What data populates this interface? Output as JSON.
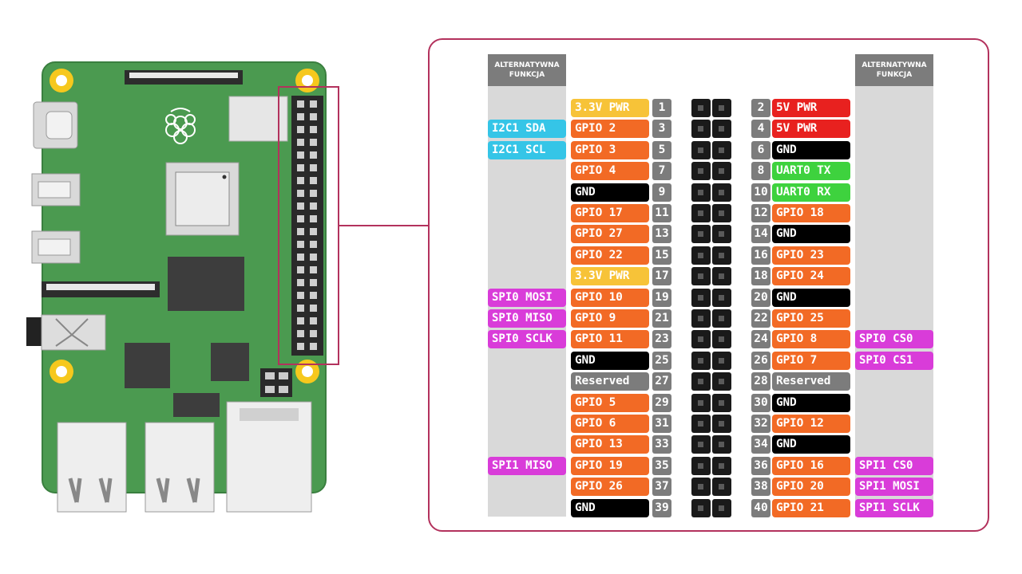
{
  "header": {
    "left_line1": "ALTERNATYWNA",
    "left_line2": "FUNKCJA",
    "right_line1": "ALTERNATYWNA",
    "right_line2": "FUNKCJA"
  },
  "colors": {
    "frame": "#b3325d",
    "pwr33": "#f7c338",
    "pwr5": "#e8211f",
    "gnd": "#000000",
    "gpio": "#f26a25",
    "uart": "#3ed23e",
    "reserved": "#7c7c7c",
    "i2c": "#35c5e7",
    "spi": "#d93cd9",
    "board": "#4b9a50"
  },
  "left_pins": [
    {
      "num": "1",
      "label": "3.3V PWR",
      "type": "pwr33",
      "alt": "",
      "alt_type": ""
    },
    {
      "num": "3",
      "label": "GPIO 2",
      "type": "gpio",
      "alt": "I2C1 SDA",
      "alt_type": "i2c"
    },
    {
      "num": "5",
      "label": "GPIO 3",
      "type": "gpio",
      "alt": "I2C1 SCL",
      "alt_type": "i2c"
    },
    {
      "num": "7",
      "label": "GPIO 4",
      "type": "gpio",
      "alt": "",
      "alt_type": ""
    },
    {
      "num": "9",
      "label": "GND",
      "type": "gnd",
      "alt": "",
      "alt_type": ""
    },
    {
      "num": "11",
      "label": "GPIO 17",
      "type": "gpio",
      "alt": "",
      "alt_type": ""
    },
    {
      "num": "13",
      "label": "GPIO 27",
      "type": "gpio",
      "alt": "",
      "alt_type": ""
    },
    {
      "num": "15",
      "label": "GPIO 22",
      "type": "gpio",
      "alt": "",
      "alt_type": ""
    },
    {
      "num": "17",
      "label": "3.3V PWR",
      "type": "pwr33",
      "alt": "",
      "alt_type": ""
    },
    {
      "num": "19",
      "label": "GPIO 10",
      "type": "gpio",
      "alt": "SPI0 MOSI",
      "alt_type": "spi"
    },
    {
      "num": "21",
      "label": "GPIO 9",
      "type": "gpio",
      "alt": "SPI0 MISO",
      "alt_type": "spi"
    },
    {
      "num": "23",
      "label": "GPIO 11",
      "type": "gpio",
      "alt": "SPI0 SCLK",
      "alt_type": "spi"
    },
    {
      "num": "25",
      "label": "GND",
      "type": "gnd",
      "alt": "",
      "alt_type": ""
    },
    {
      "num": "27",
      "label": "Reserved",
      "type": "reserved",
      "alt": "",
      "alt_type": ""
    },
    {
      "num": "29",
      "label": "GPIO 5",
      "type": "gpio",
      "alt": "",
      "alt_type": ""
    },
    {
      "num": "31",
      "label": "GPIO 6",
      "type": "gpio",
      "alt": "",
      "alt_type": ""
    },
    {
      "num": "33",
      "label": "GPIO 13",
      "type": "gpio",
      "alt": "",
      "alt_type": ""
    },
    {
      "num": "35",
      "label": "GPIO 19",
      "type": "gpio",
      "alt": "SPI1 MISO",
      "alt_type": "spi"
    },
    {
      "num": "37",
      "label": "GPIO 26",
      "type": "gpio",
      "alt": "",
      "alt_type": ""
    },
    {
      "num": "39",
      "label": "GND",
      "type": "gnd",
      "alt": "",
      "alt_type": ""
    }
  ],
  "right_pins": [
    {
      "num": "2",
      "label": "5V PWR",
      "type": "pwr5",
      "alt": "",
      "alt_type": ""
    },
    {
      "num": "4",
      "label": "5V PWR",
      "type": "pwr5",
      "alt": "",
      "alt_type": ""
    },
    {
      "num": "6",
      "label": "GND",
      "type": "gnd",
      "alt": "",
      "alt_type": ""
    },
    {
      "num": "8",
      "label": "UART0 TX",
      "type": "uart",
      "alt": "",
      "alt_type": ""
    },
    {
      "num": "10",
      "label": "UART0 RX",
      "type": "uart",
      "alt": "",
      "alt_type": ""
    },
    {
      "num": "12",
      "label": "GPIO 18",
      "type": "gpio",
      "alt": "",
      "alt_type": ""
    },
    {
      "num": "14",
      "label": "GND",
      "type": "gnd",
      "alt": "",
      "alt_type": ""
    },
    {
      "num": "16",
      "label": "GPIO 23",
      "type": "gpio",
      "alt": "",
      "alt_type": ""
    },
    {
      "num": "18",
      "label": "GPIO 24",
      "type": "gpio",
      "alt": "",
      "alt_type": ""
    },
    {
      "num": "20",
      "label": "GND",
      "type": "gnd",
      "alt": "",
      "alt_type": ""
    },
    {
      "num": "22",
      "label": "GPIO 25",
      "type": "gpio",
      "alt": "",
      "alt_type": ""
    },
    {
      "num": "24",
      "label": "GPIO 8",
      "type": "gpio",
      "alt": "SPI0 CS0",
      "alt_type": "spi"
    },
    {
      "num": "26",
      "label": "GPIO 7",
      "type": "gpio",
      "alt": "SPI0 CS1",
      "alt_type": "spi"
    },
    {
      "num": "28",
      "label": "Reserved",
      "type": "reserved",
      "alt": "",
      "alt_type": ""
    },
    {
      "num": "30",
      "label": "GND",
      "type": "gnd",
      "alt": "",
      "alt_type": ""
    },
    {
      "num": "32",
      "label": "GPIO 12",
      "type": "gpio",
      "alt": "",
      "alt_type": ""
    },
    {
      "num": "34",
      "label": "GND",
      "type": "gnd",
      "alt": "",
      "alt_type": ""
    },
    {
      "num": "36",
      "label": "GPIO 16",
      "type": "gpio",
      "alt": "SPI1 CS0",
      "alt_type": "spi"
    },
    {
      "num": "38",
      "label": "GPIO 20",
      "type": "gpio",
      "alt": "SPI1 MOSI",
      "alt_type": "spi"
    },
    {
      "num": "40",
      "label": "GPIO 21",
      "type": "gpio",
      "alt": "SPI1 SCLK",
      "alt_type": "spi"
    }
  ]
}
